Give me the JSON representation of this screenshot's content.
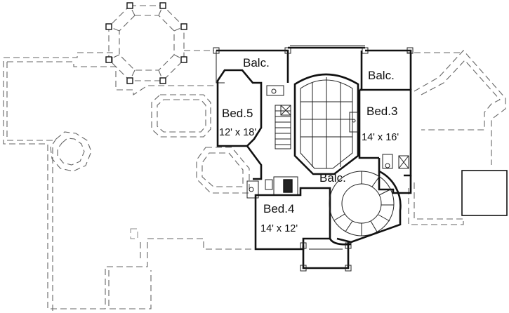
{
  "plan": {
    "rooms": [
      {
        "id": "balc-top",
        "name": "Balc.",
        "dims": ""
      },
      {
        "id": "balc-right",
        "name": "Balc.",
        "dims": ""
      },
      {
        "id": "bed5",
        "name": "Bed.5",
        "dims": "12' x 18'"
      },
      {
        "id": "bed3",
        "name": "Bed.3",
        "dims": "14' x 16'"
      },
      {
        "id": "balc-center",
        "name": "Balc.",
        "dims": ""
      },
      {
        "id": "bed4",
        "name": "Bed.4",
        "dims": "14' x 12'"
      }
    ]
  }
}
